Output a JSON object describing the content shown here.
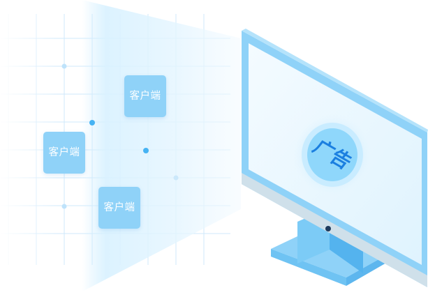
{
  "tiles": [
    {
      "label": "客户端"
    },
    {
      "label": "客户端"
    },
    {
      "label": "客户端"
    }
  ],
  "screen": {
    "ad_label": "广告"
  },
  "colors": {
    "monitor_frame": "#8fd2f8",
    "monitor_dark": "#5cb8f0",
    "screen": "#e8f6fe",
    "tile": "#8fd2f8",
    "ad_text": "#1b7fe0",
    "grid": "#cbe8fb"
  }
}
